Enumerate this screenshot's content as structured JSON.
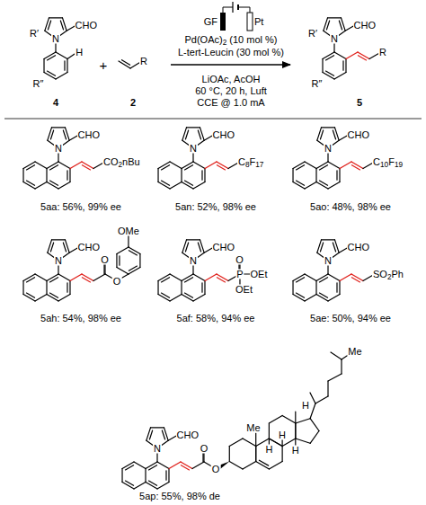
{
  "diagram": {
    "labels": [
      "GF",
      "Pt",
      "Pd(OAc)2 (10 mol %)",
      "L-tert-Leucin (30 mol %)",
      "LiOAc, AcOH",
      "60 °C, 20 h, Luft",
      "CCE @ 1.0 mA",
      "R′",
      "N",
      "CHO",
      "H",
      "R″",
      "4",
      "+",
      "R",
      "2",
      "R′",
      "N",
      "CHO",
      "R",
      "R″",
      "5",
      "N",
      "CHO",
      "CO2nBu",
      "5aa: 56%, 99% ee",
      "N",
      "CHO",
      "C8F17",
      "5an: 52%, 98% ee",
      "N",
      "CHO",
      "C10F19",
      "5ao: 48%, 98% ee",
      "N",
      "CHO",
      "O",
      "O",
      "OMe",
      "5ah: 54%, 98% ee",
      "N",
      "CHO",
      "P",
      "O",
      "OEt",
      "OEt",
      "5af: 58%, 94% ee",
      "N",
      "CHO",
      "SO2Ph",
      "5ae: 50%, 94% ee",
      "N",
      "CHO",
      "O",
      "O",
      "Me",
      "H",
      "H",
      "H",
      "H",
      "Me",
      "5ap: 55%, 98% de"
    ]
  }
}
